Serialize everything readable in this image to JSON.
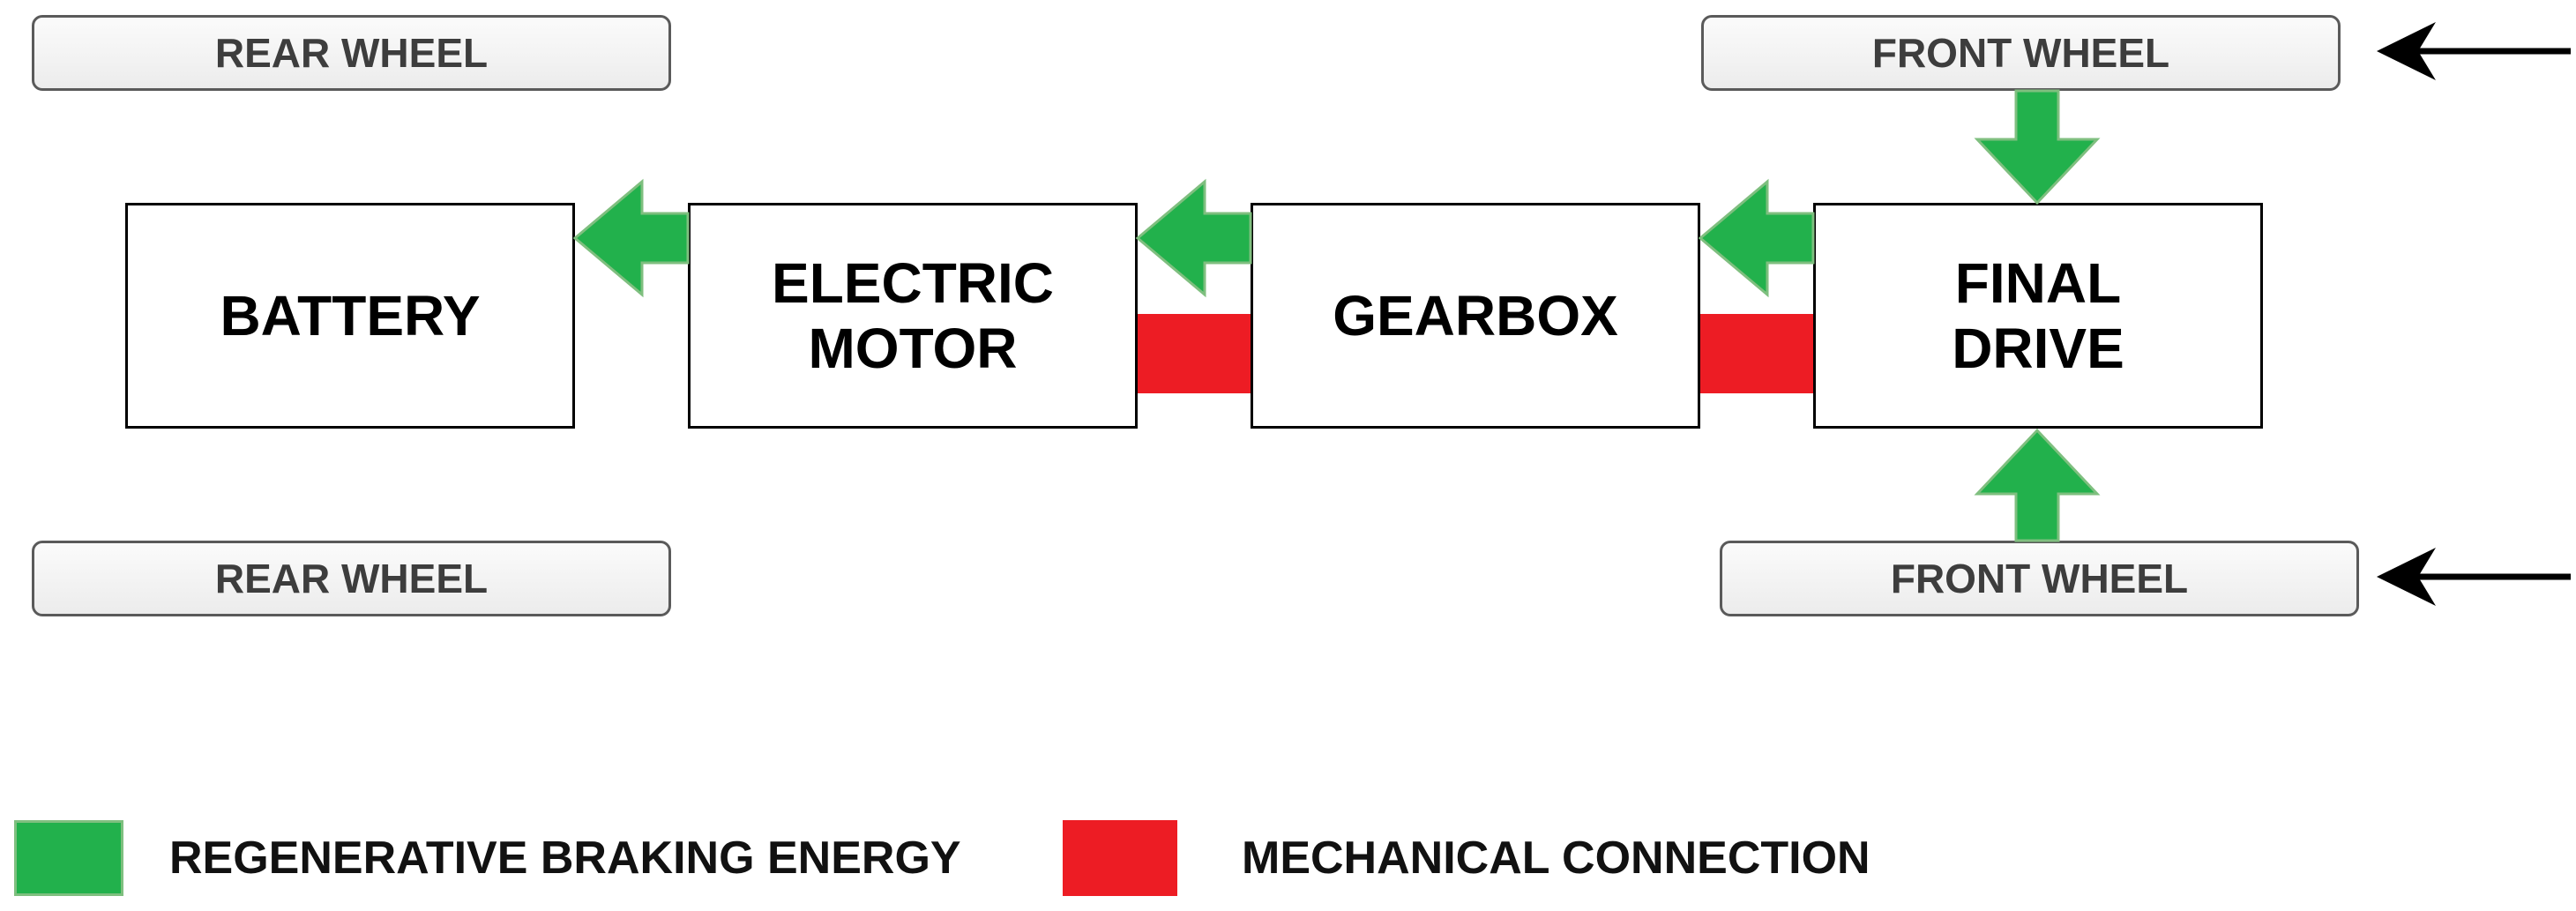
{
  "wheels": {
    "rear_top": "REAR WHEEL",
    "rear_bottom": "REAR WHEEL",
    "front_top": "FRONT WHEEL",
    "front_bottom": "FRONT WHEEL"
  },
  "blocks": {
    "battery": [
      "BATTERY"
    ],
    "electric_motor": [
      "ELECTRIC",
      "MOTOR"
    ],
    "gearbox": [
      "GEARBOX"
    ],
    "final_drive": [
      "FINAL",
      "DRIVE"
    ]
  },
  "legend": {
    "regen_label": "REGENERATIVE BRAKING ENERGY",
    "mech_label": "MECHANICAL CONNECTION"
  },
  "colors": {
    "regen": "#22b14c",
    "mechanical": "#ed1c24",
    "arrow_outline": "#7fbf7f"
  }
}
